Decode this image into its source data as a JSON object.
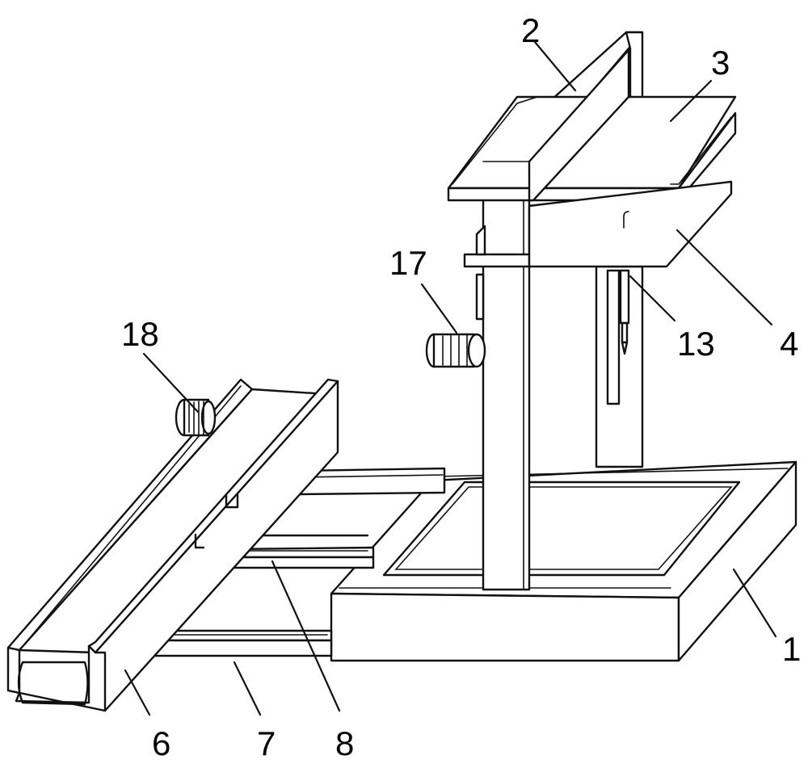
{
  "labels": {
    "base": "1",
    "frame": "2",
    "top_box": "3",
    "plate": "4",
    "rail_left": "6",
    "rail_front": "7",
    "slider": "8",
    "rod": "13",
    "motor_upper": "17",
    "motor_left": "18"
  },
  "colors": {
    "line": "#111111",
    "background": "#ffffff"
  }
}
